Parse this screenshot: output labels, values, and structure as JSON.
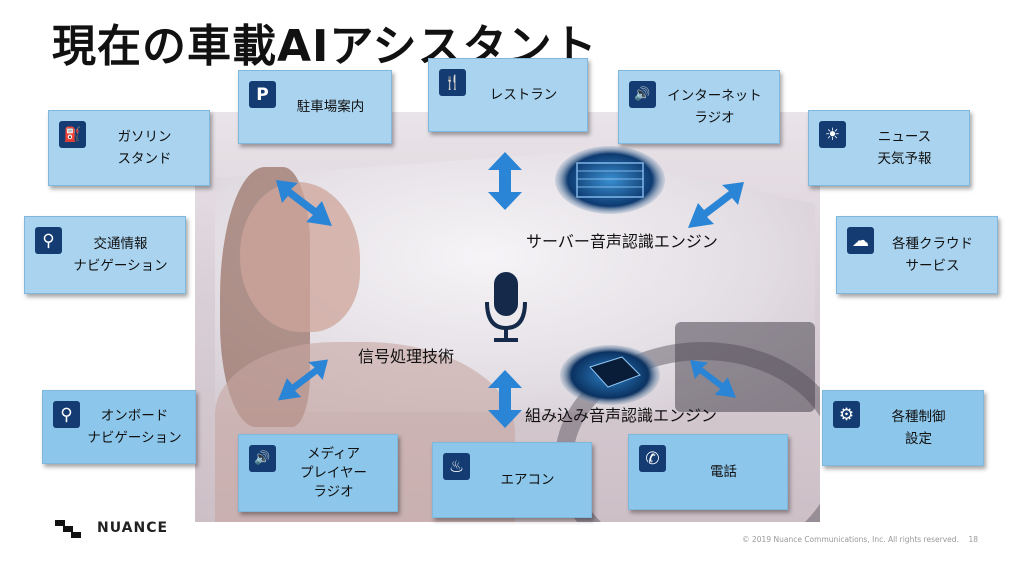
{
  "title": "現在の車載AIアシスタント",
  "tiles": [
    {
      "label": "駐車場案内",
      "icon": "parking-icon",
      "glyph": "P"
    },
    {
      "label": "レストラン",
      "icon": "restaurant-icon",
      "glyph": "🍴"
    },
    {
      "label": "インターネット\nラジオ",
      "icon": "speaker-icon",
      "glyph": "🔊"
    },
    {
      "label": "ガソリン\nスタンド",
      "icon": "fuel-icon",
      "glyph": "⛽"
    },
    {
      "label": "ニュース\n天気予報",
      "icon": "sun-icon",
      "glyph": "☀"
    },
    {
      "label": "交通情報\nナビゲーション",
      "icon": "map-pin-icon",
      "glyph": "⚲"
    },
    {
      "label": "各種クラウド\nサービス",
      "icon": "cloud-icon",
      "glyph": "☁"
    },
    {
      "label": "オンボード\nナビゲーション",
      "icon": "map-pin-icon",
      "glyph": "⚲"
    },
    {
      "label": "各種制御\n設定",
      "icon": "gear-icon",
      "glyph": "⚙"
    },
    {
      "label": "メディア\nプレイヤー\nラジオ",
      "icon": "speaker-icon",
      "glyph": "🔊"
    },
    {
      "label": "エアコン",
      "icon": "heater-icon",
      "glyph": "♨"
    },
    {
      "label": "電話",
      "icon": "phone-icon",
      "glyph": "✆"
    }
  ],
  "center_labels": {
    "server_asr": "サーバー音声認識エンジン",
    "signal_processing": "信号処理技術",
    "embedded_asr": "組み込み音声認識エンジン"
  },
  "footer": {
    "logo": "NUANCE",
    "copyright": "© 2019 Nuance Communications, Inc. All rights reserved.",
    "page_number": "18"
  },
  "colors": {
    "tile_bg": "#a9d3ee",
    "icon_bg": "#143c73",
    "arrow": "#2a85d6"
  }
}
